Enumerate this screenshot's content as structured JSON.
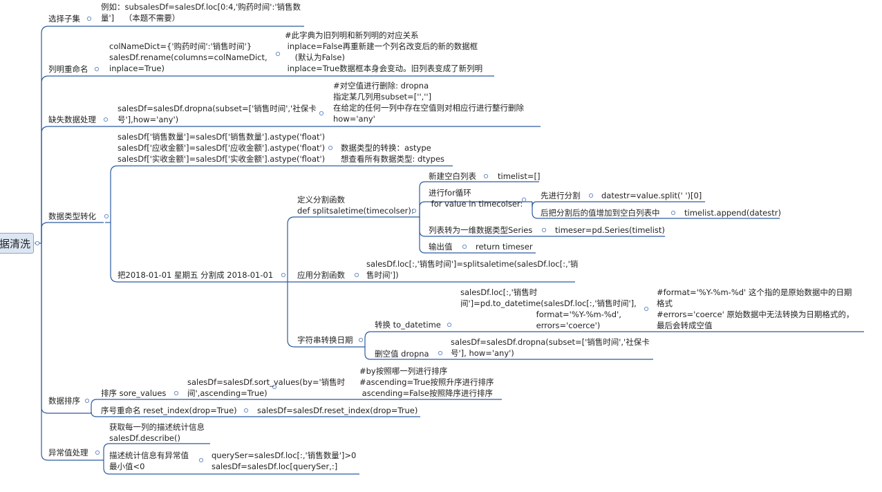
{
  "root": {
    "label": "据清洗"
  },
  "sections": {
    "subset": {
      "label": "选择子集",
      "example": "例如：subsalesDf=salesDf.loc[0:4,'购药时间':'销售数\n量']    （本题不需要）"
    },
    "rename": {
      "label": "列明重命名",
      "code": "colNameDict={'购药时间':'销售时间'}\nsalesDf.rename(columns=colNameDict,\ninplace=True)",
      "note": "#此字典为旧列明和新列明的对应关系\n inplace=False再重新建一个列名改变后的新的数据框\n    (默认为False)\n inplace=True数据框本身会变动。旧列表变成了新列明"
    },
    "missing": {
      "label": "缺失数据处理",
      "code": "salesDf=salesDf.dropna(subset=['销售时间','社保卡\n号'],how='any')",
      "note": "#对空值进行删除: dropna\n指定某几列用subset=['','']\n在给定的任何一列中存在空值则对相应行进行整行删除\nhow='any'"
    },
    "dtype": {
      "label": "数据类型转化",
      "astype_code": "salesDf['销售数量']=salesDf['销售数量'].astype('float')\nsalesDf['应收金额']=salesDf['应收金额'].astype('float')\nsalesDf['实收金额']=salesDf['实收金额'].astype('float')",
      "astype_note": "数据类型的转换：astype\n想查看所有数据类型: dtypes",
      "split_task": "把2018-01-01 星期五 分割成 2018-01-01",
      "define": "定义分割函数\ndef splitsaletime(timecolser):",
      "new_list": "新建空白列表",
      "new_list_code": "timelist=[]",
      "for_loop": "进行for循环\n for value in timecolser:",
      "split_first": "先进行分割",
      "split_code": "datestr=value.split(' ')[0]",
      "append": "后把分割后的值增加到空白列表中",
      "append_code": "timelist.append(datestr)",
      "to_series": "列表转为一维数据类型Series",
      "series_code": "timeser=pd.Series(timelist)",
      "output": "输出值",
      "output_code": "return timeser",
      "apply": "应用分割函数",
      "apply_code": "salesDf.loc[:,'销售时间']=splitsaletime(salesDf.loc[:,'销\n售时间'])",
      "str2date": "字符串转换日期",
      "convert": "转换 to_datetime",
      "convert_code": "salesDf.loc[:,'销售时\n间']=pd.to_datetime(salesDf.loc[:,'销售时间'],\n                              format='%Y-%m-%d',\n                              errors='coerce')",
      "convert_note": "#format='%Y-%m-%d' 这个指的是原始数据中的日期\n格式\n#errors='coerce' 原始数据中无法转换为日期格式的，\n最后会转成空值",
      "drop_null": "删空值 dropna",
      "drop_null_code": "salesDf=salesDf.dropna(subset=['销售时间','社保卡\n号'], how='any')"
    },
    "sort": {
      "label": "数据排序",
      "sort_values": "排序 sore_values",
      "sort_code": "salesDf=salesDf.sort_values(by='销售时\n间',ascending=True)",
      "sort_note": "#by按照哪一列进行排序\n#ascending=True按照升序进行排序\n ascending=False按照降序进行排序",
      "reset": "序号重命名 reset_index(drop=True)",
      "reset_code": "salesDf=salesDf.reset_index(drop=True)"
    },
    "outlier": {
      "label": "异常值处理",
      "describe": "获取每一列的描述统计信息\nsalesDf.describe()",
      "abnormal": "描述统计信息有异常值\n最小值<0",
      "abnormal_code": "querySer=salesDf.loc[:,'销售数量']>0\nsalesDf=salesDf.loc[querySer,:]"
    }
  }
}
